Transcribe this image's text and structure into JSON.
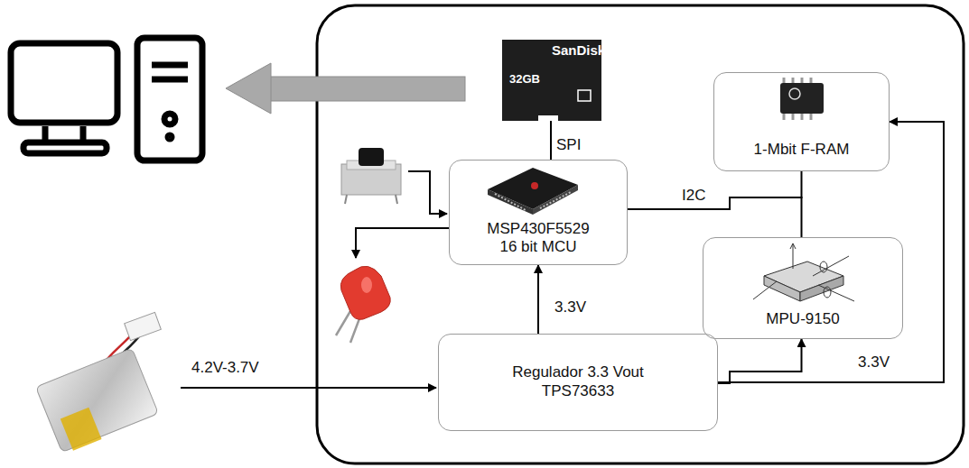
{
  "diagram": {
    "nodes": [
      {
        "text": [
          "MSP430F5529 16 bit MCU"
        ]
      },
      {
        "text": [
          "1-Mbit F-RAM"
        ]
      },
      {
        "text": [
          "MPU-9150"
        ]
      },
      {
        "text": [
          "Regulador 3.3 Vout TPS73633"
        ]
      }
    ],
    "edges": [
      {
        "from": 3,
        "to": 0,
        "arrow": "to",
        "label": "3.3V"
      },
      {
        "from": 3,
        "to": 1,
        "arrow": "to"
      },
      {
        "from": 3,
        "to": 2,
        "arrow": "to",
        "label": "3.3V"
      },
      {
        "from": 0,
        "to": 1,
        "arrow": "none",
        "label": "I2C"
      },
      {
        "from": 0,
        "to": 2,
        "arrow": "none"
      }
    ],
    "labels": [
      "SanDisk",
      "32GB",
      "SPI",
      "4.2V-3.7V"
    ]
  }
}
